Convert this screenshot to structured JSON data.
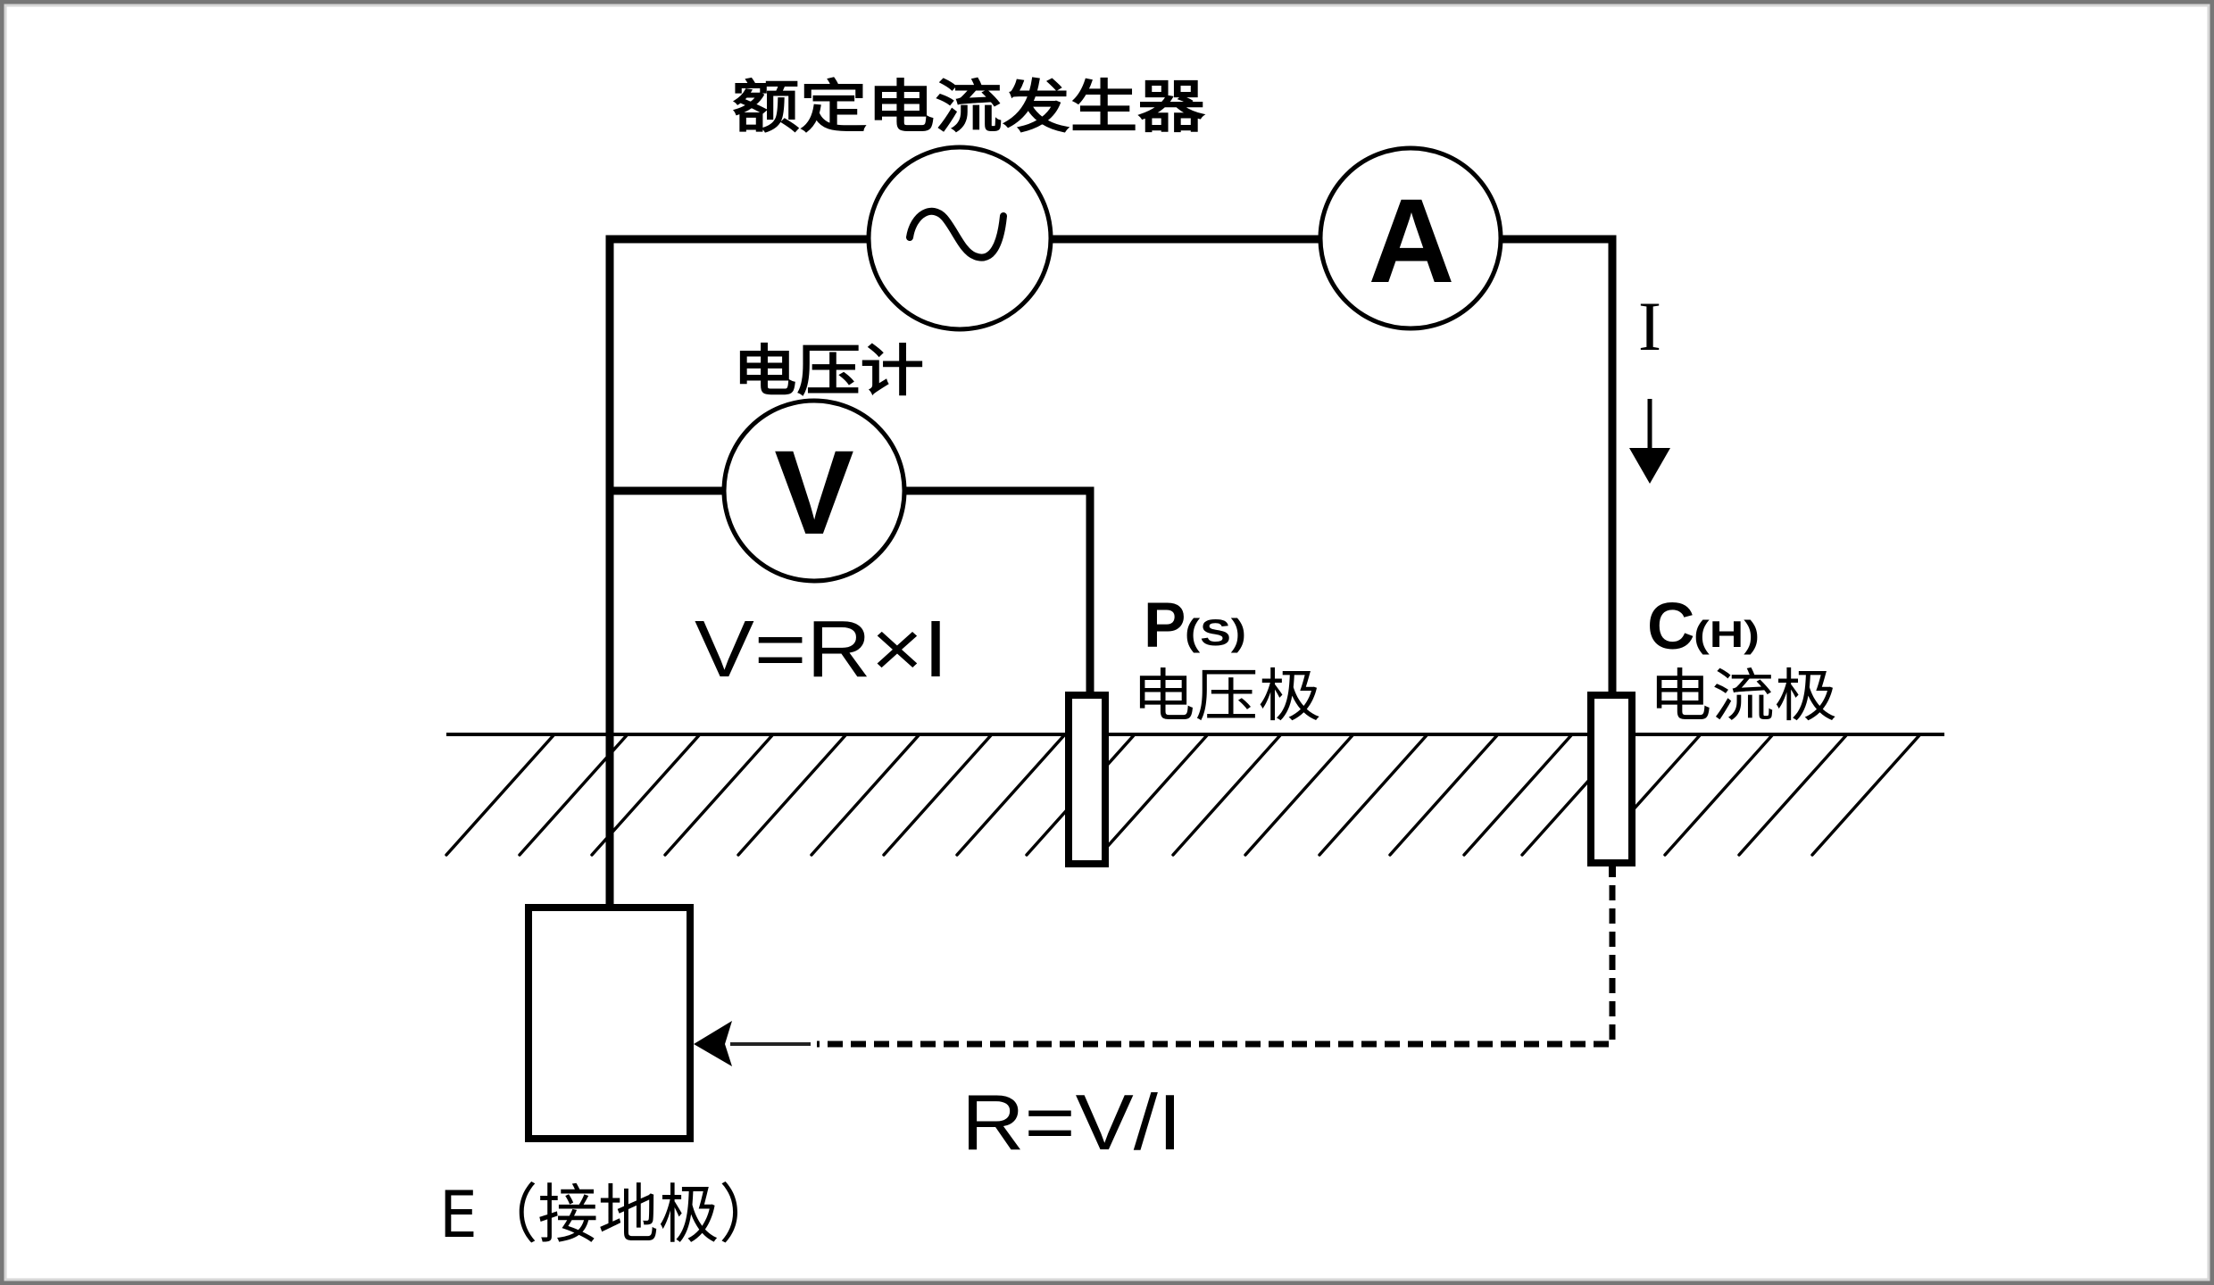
{
  "generator": {
    "label": "额定电流发生器",
    "icon": "ac-sine-wave-icon"
  },
  "ammeter": {
    "symbol": "A"
  },
  "voltmeter": {
    "label": "电压计",
    "symbol": "V"
  },
  "current": {
    "label": "I",
    "direction_icon": "arrow-down-icon"
  },
  "formulas": {
    "ohm": "V=R×I",
    "resistance": "R=V/I"
  },
  "probes": {
    "potential": {
      "letter": "P",
      "alt": "(S)",
      "name": "电压极"
    },
    "current": {
      "letter": "C",
      "alt": "(H)",
      "name": "电流极"
    },
    "earth": {
      "label": "E（接地极）"
    }
  },
  "colors": {
    "line": "#000000",
    "background": "#ffffff",
    "frame": "#777777"
  }
}
